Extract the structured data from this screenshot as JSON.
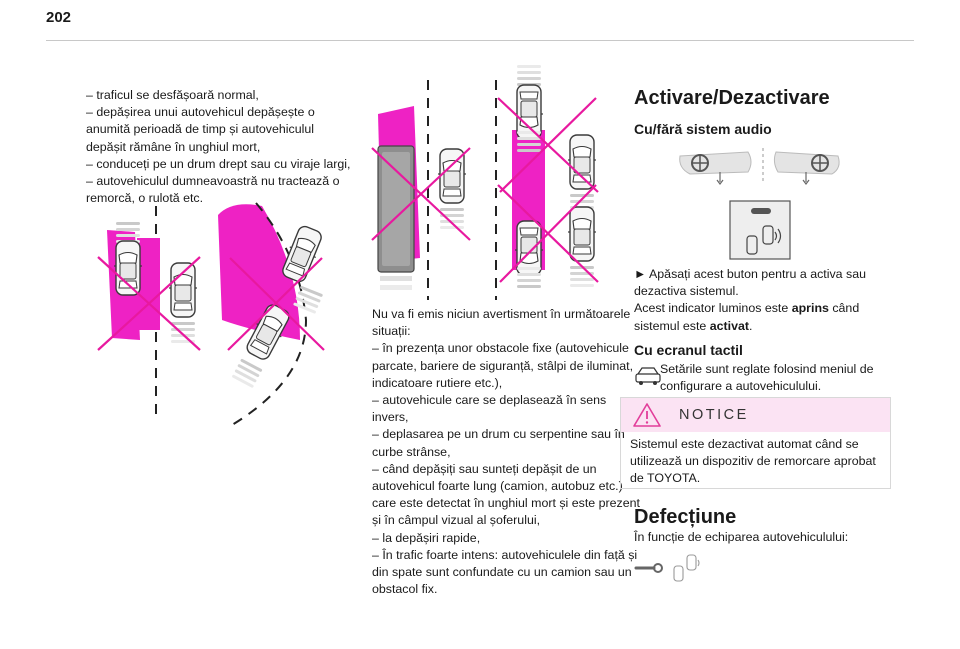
{
  "page": {
    "number": "202"
  },
  "column1": {
    "lines": [
      "– traficul se desfășoară normal,",
      "– depășirea unui autovehicul depășește o",
      "anumită perioadă de timp și autovehiculul",
      "depășit rămâne în unghiul mort,",
      "– conduceți pe un drum drept sau cu viraje largi,",
      "– autovehiculul dumneavoastră nu tractează o",
      "remorcă, o rulotă etc."
    ]
  },
  "column2": {
    "lines": [
      "Nu va fi emis niciun avertisment în următoarele",
      "situații:",
      "– în prezența unor obstacole fixe (autovehicule",
      "parcate, bariere de siguranță, stâlpi de iluminat,",
      "indicatoare rutiere etc.),",
      "– autovehicule care se deplasează în sens",
      "invers,",
      "– deplasarea pe un drum cu serpentine sau în",
      "curbe strânse,",
      "– când depășiți sau sunteți depășit de un",
      "autovehicul foarte lung (camion, autobuz etc.)",
      "care este detectat în unghiul mort și este prezent",
      "și în câmpul vizual al șoferului,",
      "– la depășiri rapide,",
      "– În trafic foarte intens: autovehiculele din față și",
      "din spate sunt confundate cu un camion sau un",
      "obstacol fix."
    ]
  },
  "column3": {
    "heading": "Activare/Dezactivare",
    "audio_heading": "Cu/fără sistem audio",
    "audio_instr": {
      "line1": "► Apăsați acest buton pentru a activa sau",
      "line2": "dezactiva sistemul.",
      "line3_a": "Acest indicator luminos este ",
      "line3_b": "aprins",
      "line3_c": " când",
      "line4_a": "sistemul este ",
      "line4_b": "activat",
      "line4_c": "."
    },
    "touch_heading": "Cu ecranul tactil",
    "touch_lines": [
      "Setările sunt reglate folosind meniul de",
      "configurare a autovehiculului."
    ],
    "notice": {
      "title": "NOTICE",
      "lines": [
        "Sistemul este dezactivat automat când se",
        "utilizează un dispozitiv de remorcare aprobat",
        "de TOYOTA."
      ]
    },
    "defect_heading": "Defecțiune",
    "defect_text": "În funcție de echiparea autovehiculului:"
  },
  "icons": {
    "car_menu": "car-settings-icon",
    "warning": "warning-triangle-icon",
    "wrench": "wrench-icon",
    "blind_spot": "blind-spot-icon"
  },
  "colors": {
    "zone": "#ee22c4",
    "zone_light": "#fbe3f3",
    "cross": "#e8199f",
    "warning": "#e23e9a"
  }
}
